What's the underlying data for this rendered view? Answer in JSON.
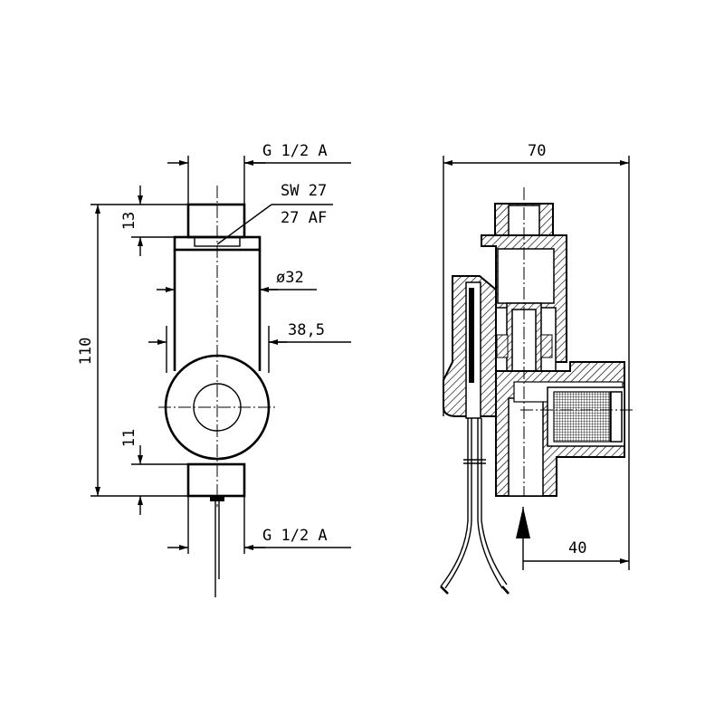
{
  "front_view": {
    "thread_top": "G 1/2 A",
    "wrench_size_de": "SW 27",
    "wrench_size_en": "27 AF",
    "dim_top_fitting": "13",
    "dim_overall_height": "110",
    "dim_body_diameter": "ø32",
    "dim_housing_width": "38,5",
    "dim_bottom_fitting": "11",
    "thread_bottom": "G 1/2 A"
  },
  "section_view": {
    "dim_overall_width": "70",
    "dim_inlet_offset": "40"
  },
  "colors": {
    "line": "#000000",
    "background": "#ffffff"
  }
}
